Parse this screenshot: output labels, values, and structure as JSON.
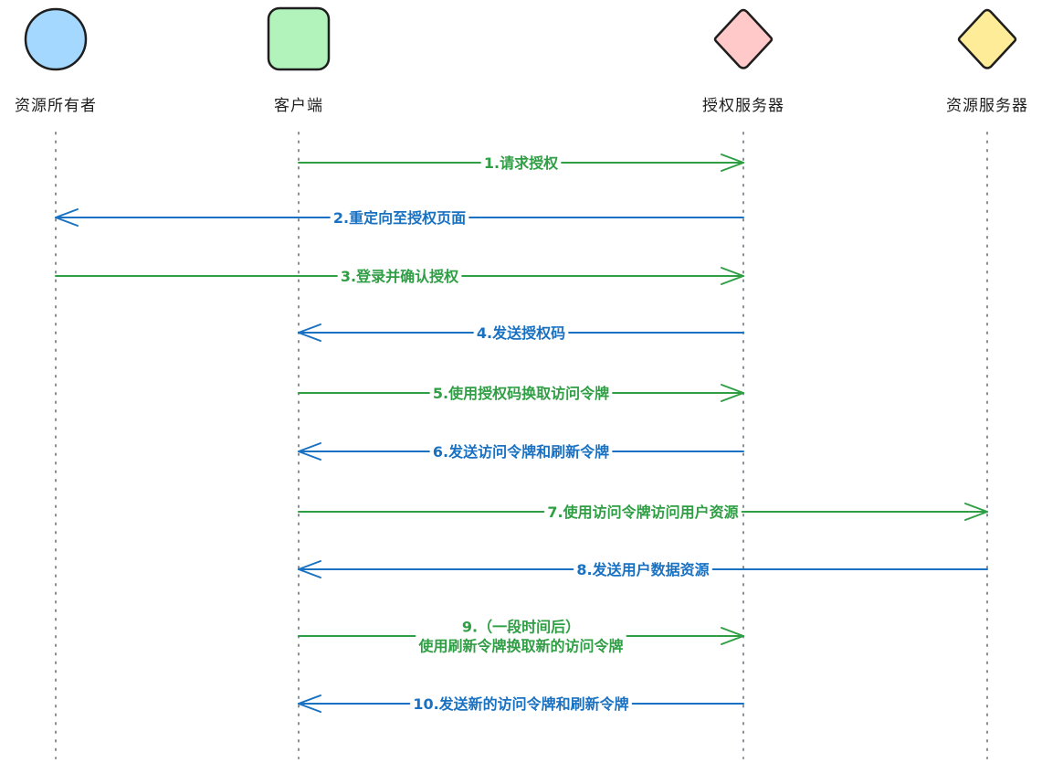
{
  "title": "OAuth2 授权码流程",
  "actors": [
    {
      "id": "owner",
      "label": "资源所有者",
      "shape": "circle",
      "fill": "#a5d8ff"
    },
    {
      "id": "client",
      "label": "客户端",
      "shape": "rounded-square",
      "fill": "#b2f2bb"
    },
    {
      "id": "auth",
      "label": "授权服务器",
      "shape": "diamond",
      "fill": "#ffc9c9"
    },
    {
      "id": "resource",
      "label": "资源服务器",
      "shape": "diamond",
      "fill": "#ffec99"
    }
  ],
  "colors": {
    "request": "#2f9e44",
    "response": "#1971c2",
    "lifeline": "#868e96",
    "stroke": "#1e1e1e"
  },
  "messages": [
    {
      "from": "client",
      "to": "auth",
      "kind": "request",
      "lines": [
        "1.请求授权"
      ]
    },
    {
      "from": "auth",
      "to": "owner",
      "kind": "response",
      "lines": [
        "2.重定向至授权页面"
      ]
    },
    {
      "from": "owner",
      "to": "auth",
      "kind": "request",
      "lines": [
        "3.登录并确认授权"
      ]
    },
    {
      "from": "auth",
      "to": "client",
      "kind": "response",
      "lines": [
        "4.发送授权码"
      ]
    },
    {
      "from": "client",
      "to": "auth",
      "kind": "request",
      "lines": [
        "5.使用授权码换取访问令牌"
      ]
    },
    {
      "from": "auth",
      "to": "client",
      "kind": "response",
      "lines": [
        "6.发送访问令牌和刷新令牌"
      ]
    },
    {
      "from": "client",
      "to": "resource",
      "kind": "request",
      "lines": [
        "7.使用访问令牌访问用户资源"
      ]
    },
    {
      "from": "resource",
      "to": "client",
      "kind": "response",
      "lines": [
        "8.发送用户数据资源"
      ]
    },
    {
      "from": "client",
      "to": "auth",
      "kind": "request",
      "lines": [
        "9.（一段时间后）",
        "使用刷新令牌换取新的访问令牌"
      ]
    },
    {
      "from": "auth",
      "to": "client",
      "kind": "response",
      "lines": [
        "10.发送新的访问令牌和刷新令牌"
      ]
    }
  ]
}
